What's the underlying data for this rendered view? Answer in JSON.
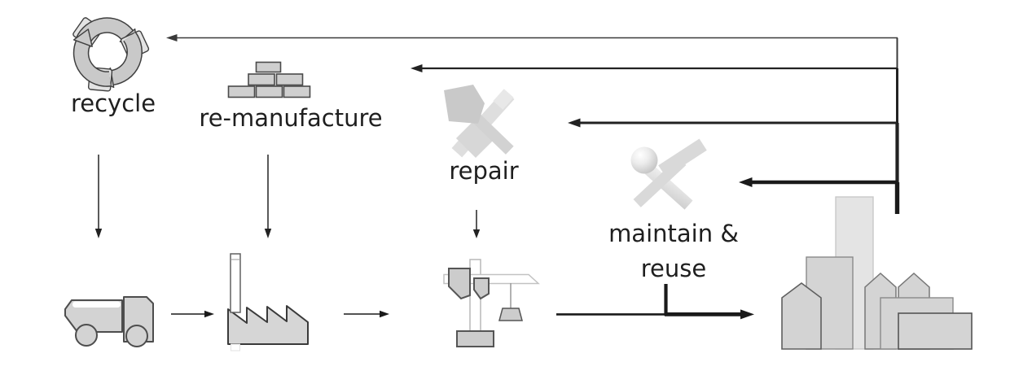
{
  "diagram": {
    "name": "circular-economy-loops-diagram",
    "strategies": [
      {
        "label": "recycle",
        "icon": "recycle-arrows-icon"
      },
      {
        "label": "re-manufacture",
        "icon": "brick-stack-icon"
      },
      {
        "label": "repair",
        "icon": "crossed-axe-tools-icon"
      },
      {
        "label_line1": "maintain &",
        "label_line2": "reuse",
        "icon": "hammer-wrench-icon"
      }
    ],
    "lifecycle_chain": [
      {
        "icon": "dump-truck-icon"
      },
      {
        "icon": "factory-icon"
      },
      {
        "icon": "tower-crane-icon"
      },
      {
        "icon": "city-buildings-icon"
      }
    ],
    "palette": {
      "background": "#ffffff",
      "arrow_dark": "#222222",
      "arrow_gray": "#3a3a3a",
      "icon_fill": "#d3d3d3",
      "icon_fill_light": "#e4e4e4",
      "icon_stroke": "#4d4d4d",
      "watermark_gray": "#dcdcdc",
      "text_color": "#1f1f1f"
    }
  }
}
